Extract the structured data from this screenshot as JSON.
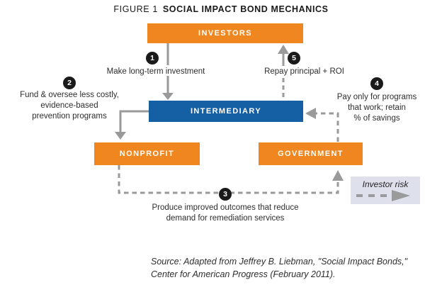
{
  "title": {
    "prefix": "FIGURE 1",
    "main": "SOCIAL IMPACT BOND MECHANICS"
  },
  "nodes": {
    "investors": "INVESTORS",
    "intermediary": "INTERMEDIARY",
    "nonprofit": "NONPROFIT",
    "government": "GOVERNMENT"
  },
  "steps": [
    {
      "number": "1",
      "label": "Make long-term investment"
    },
    {
      "number": "2",
      "lines": [
        "Fund & oversee less costly,",
        "evidence-based",
        "prevention programs"
      ]
    },
    {
      "number": "3",
      "lines": [
        "Produce improved outcomes that reduce",
        "demand for remediation services"
      ]
    },
    {
      "number": "4",
      "lines": [
        "Pay only for programs",
        "that work; retain",
        "% of savings"
      ]
    },
    {
      "number": "5",
      "label": "Repay principal + ROI"
    }
  ],
  "legend": {
    "label": "Investor risk"
  },
  "source": {
    "lines": [
      "Source: Adapted from Jeffrey B. Liebman, \"Social Impact Bonds,\"",
      "Center for American Progress (February 2011)."
    ]
  },
  "colors": {
    "orange": "#EF861F",
    "blue": "#155FA5",
    "arrow_gray": "#9A9A9A",
    "circle_black": "#1A1A1A",
    "legend_bg": "#DEE1EC"
  }
}
